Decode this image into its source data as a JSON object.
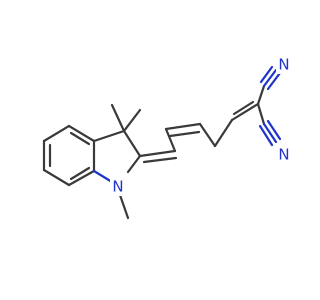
{
  "molecule": {
    "atom_labels": {
      "ring_nitrogen": "N",
      "nitrile_nitrogen_top": "N",
      "nitrile_nitrogen_bottom": "N"
    },
    "colors": {
      "carbon_bond": "#3a3a3a",
      "nitrogen": "#1f35c9",
      "background": "#ffffff"
    }
  }
}
